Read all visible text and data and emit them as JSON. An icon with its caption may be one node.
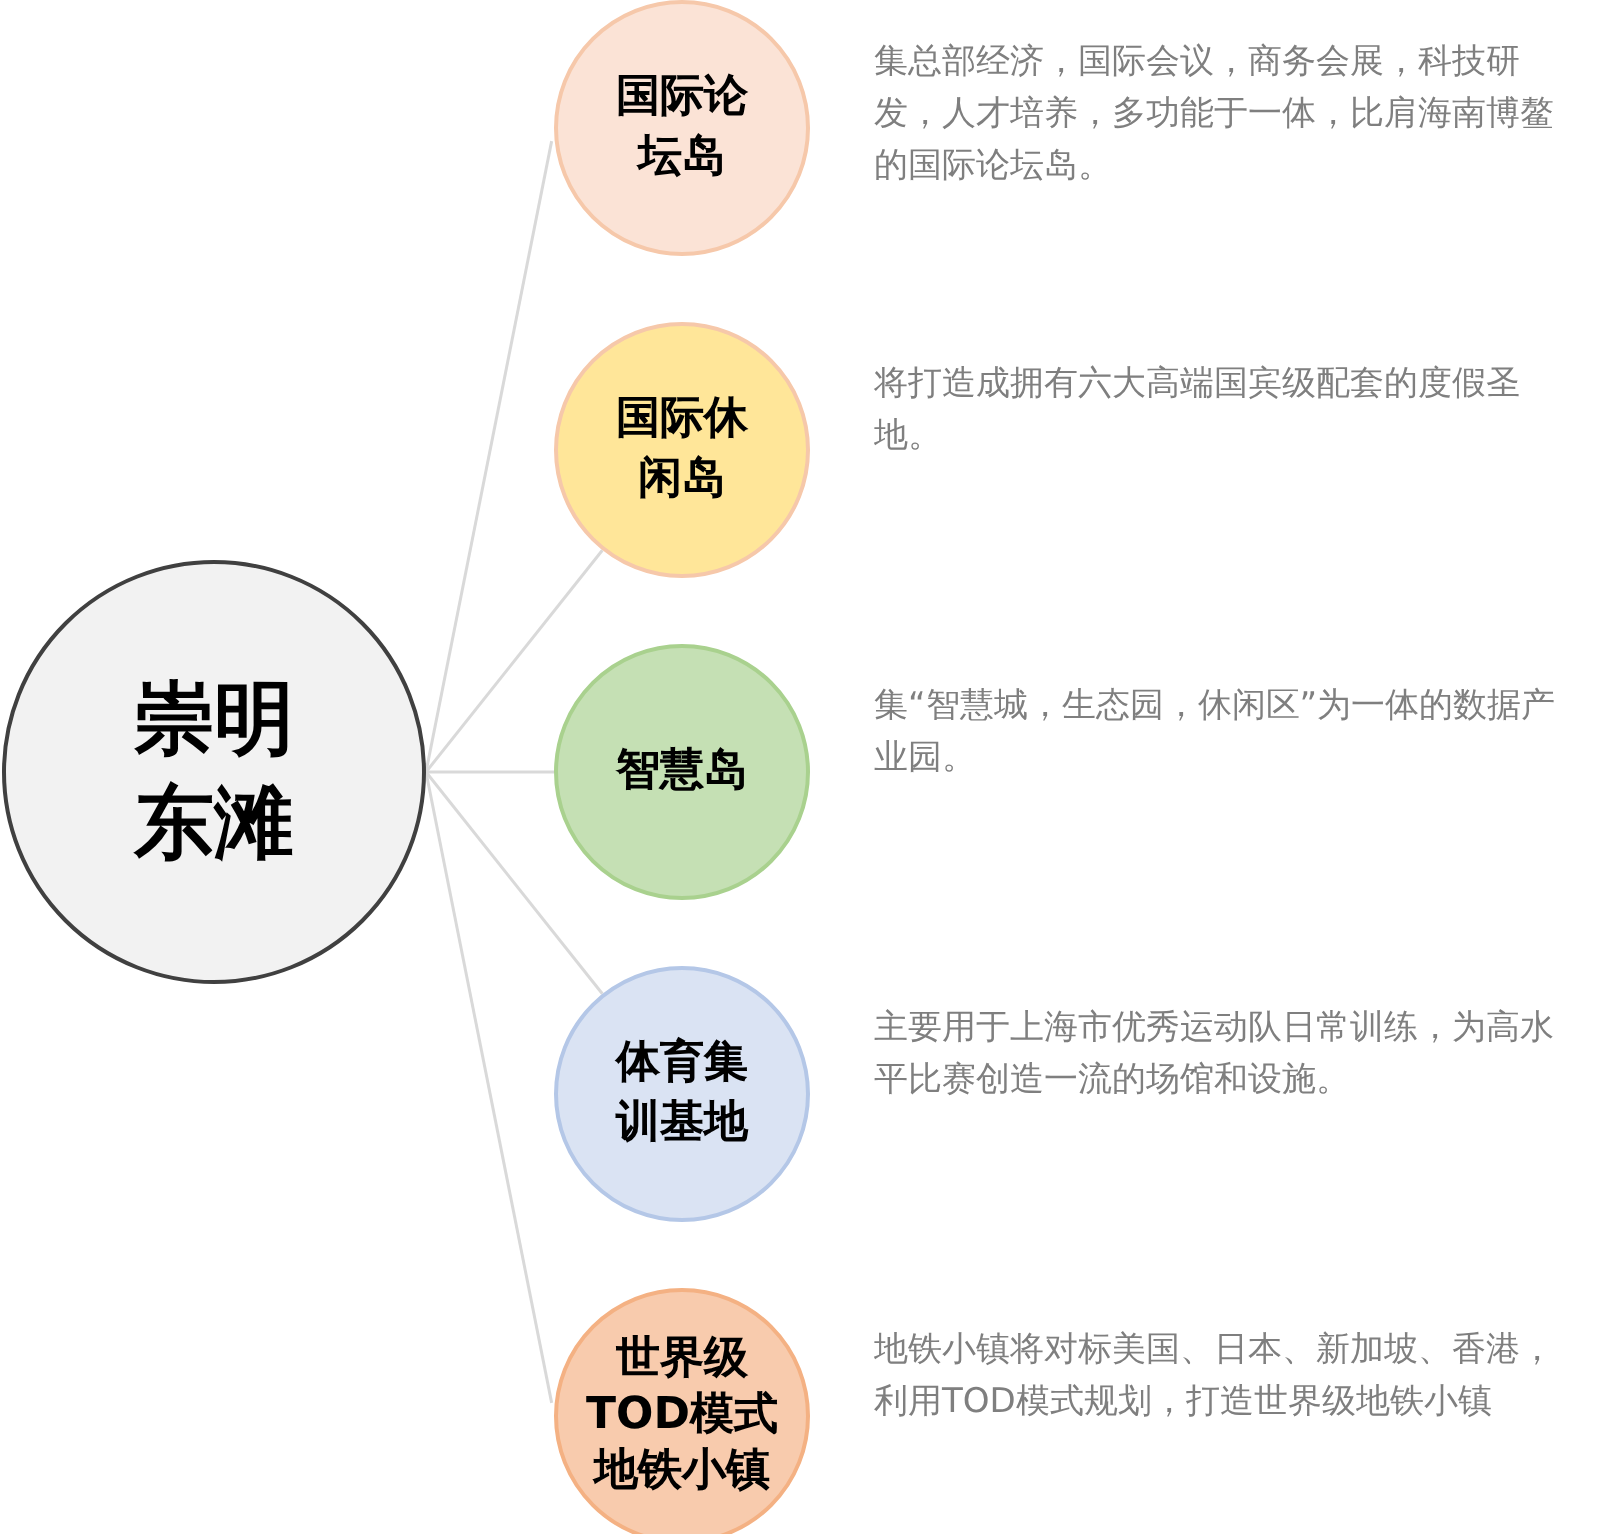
{
  "diagram": {
    "nodes": [
      {
        "text": [
          "崇明东滩"
        ]
      },
      {
        "text": [
          "国际论坛岛"
        ],
        "beside": [
          "集总部经济，国际会议，商务会展，科技研发，人才培养，多功能于一体，比肩海南博鳌的国际论坛岛。"
        ]
      },
      {
        "text": [
          "国际休闲岛"
        ],
        "beside": [
          "将打造成拥有六大高端国宾级配套的度假圣地。"
        ]
      },
      {
        "text": [
          "智慧岛"
        ],
        "beside": [
          "集“智慧城，生态园，休闲区”为一体的数据产业园。"
        ]
      },
      {
        "text": [
          "体育集训基地"
        ],
        "beside": [
          "主要用于上海市优秀运动队日常训练，为高水平比赛创造一流的场馆和设施。"
        ]
      },
      {
        "text": [
          "世界级TOD模式地铁小镇"
        ],
        "beside": [
          "地铁小镇将对标美国、日本、新加坡、香港，利用TOD模式规划，打造世界级地铁小镇"
        ]
      }
    ],
    "edges": [
      {
        "from": 0,
        "to": 1,
        "arrow": "none"
      },
      {
        "from": 0,
        "to": 2,
        "arrow": "none"
      },
      {
        "from": 0,
        "to": 3,
        "arrow": "none"
      },
      {
        "from": 0,
        "to": 4,
        "arrow": "none"
      },
      {
        "from": 0,
        "to": 5,
        "arrow": "none"
      }
    ]
  }
}
